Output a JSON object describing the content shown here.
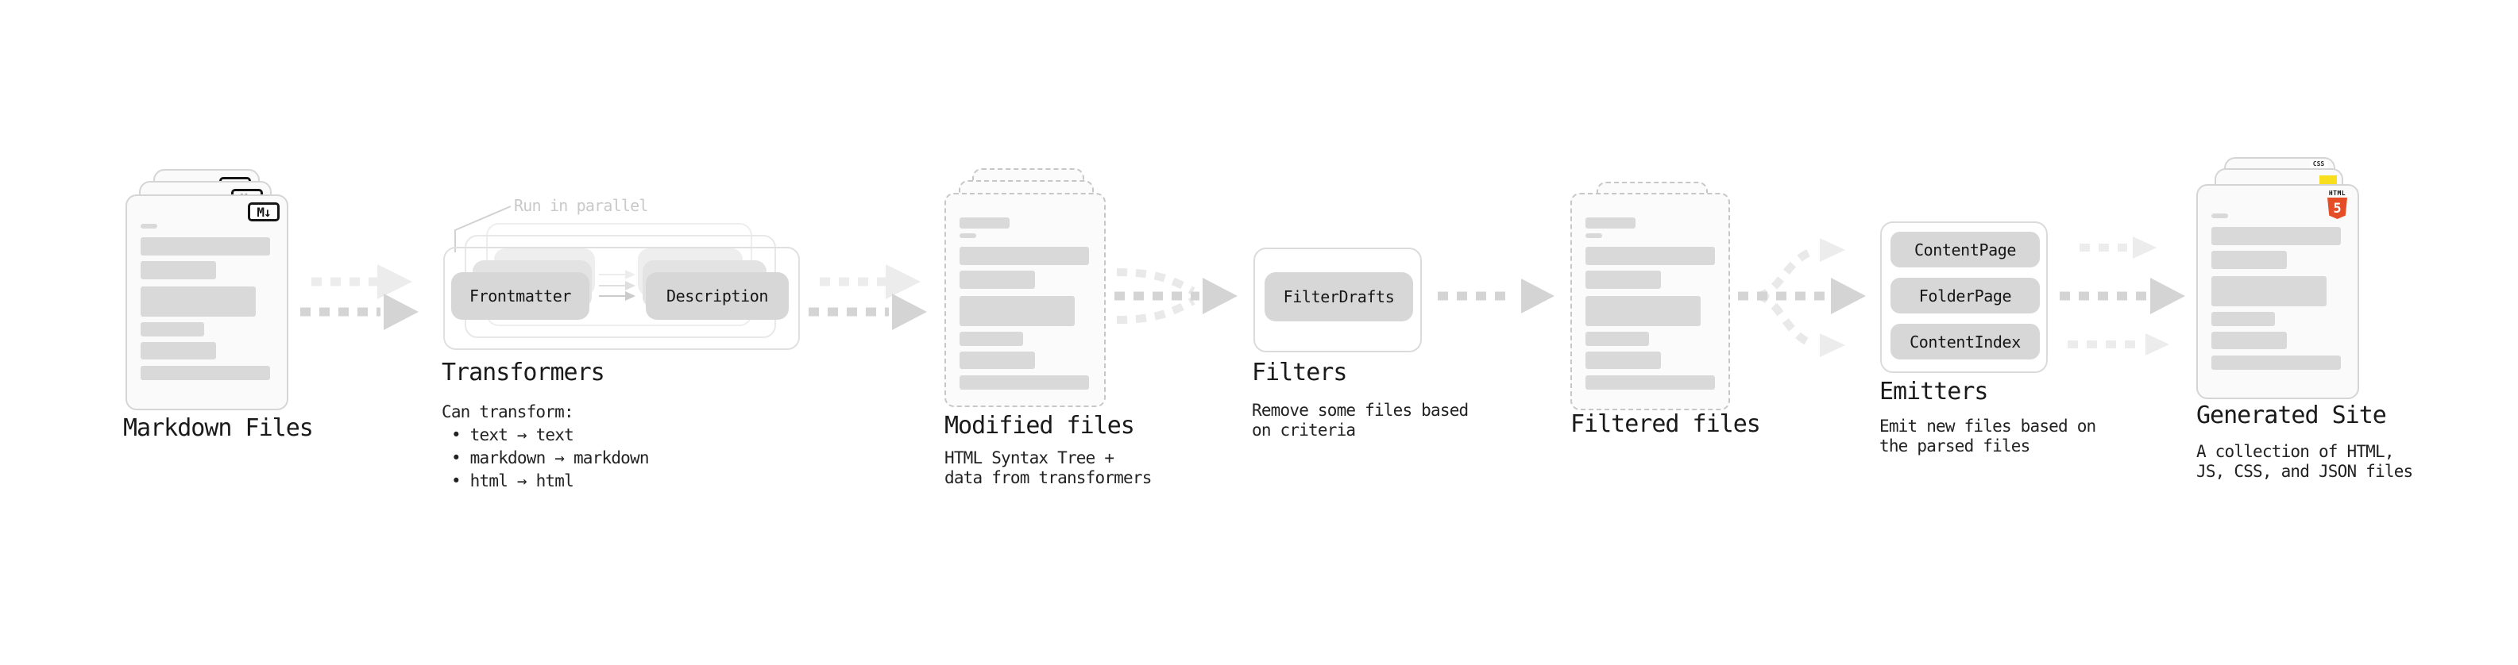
{
  "diagram": {
    "markdown": {
      "title": "Markdown Files",
      "badge": "M↓"
    },
    "transformers": {
      "annotation": "Run in parallel",
      "pill_left": "Frontmatter",
      "pill_right": "Description",
      "title": "Transformers",
      "note": "Can transform:",
      "bullets": [
        "• text → text",
        "• markdown → markdown",
        "• html → html"
      ]
    },
    "modified": {
      "title": "Modified files",
      "sub1": "HTML Syntax Tree +",
      "sub2": "data from transformers"
    },
    "filters": {
      "title": "Filters",
      "pill": "FilterDrafts",
      "sub1": "Remove some files based",
      "sub2": "on criteria"
    },
    "filtered": {
      "title": "Filtered files"
    },
    "emitters": {
      "title": "Emitters",
      "pills": [
        "ContentPage",
        "FolderPage",
        "ContentIndex"
      ],
      "sub1": "Emit new files based on",
      "sub2": "the parsed files"
    },
    "generated": {
      "title": "Generated Site",
      "sub1": "A collection of HTML,",
      "sub2": "JS, CSS, and JSON files",
      "badge_html_word": "HTML",
      "badge_html_num": "5",
      "badge_css": "CSS"
    },
    "colors": {
      "html5_orange": "#e44d26",
      "js_yellow": "#f7df1e",
      "css_blue": "#2f6fe4",
      "bar_gray": "#d9d9d9",
      "pill_gray": "#d7d7d7",
      "arrow_dark": "#d4d4d4",
      "arrow_light": "#ececec",
      "annotation_gray": "#c9c9c9"
    }
  }
}
